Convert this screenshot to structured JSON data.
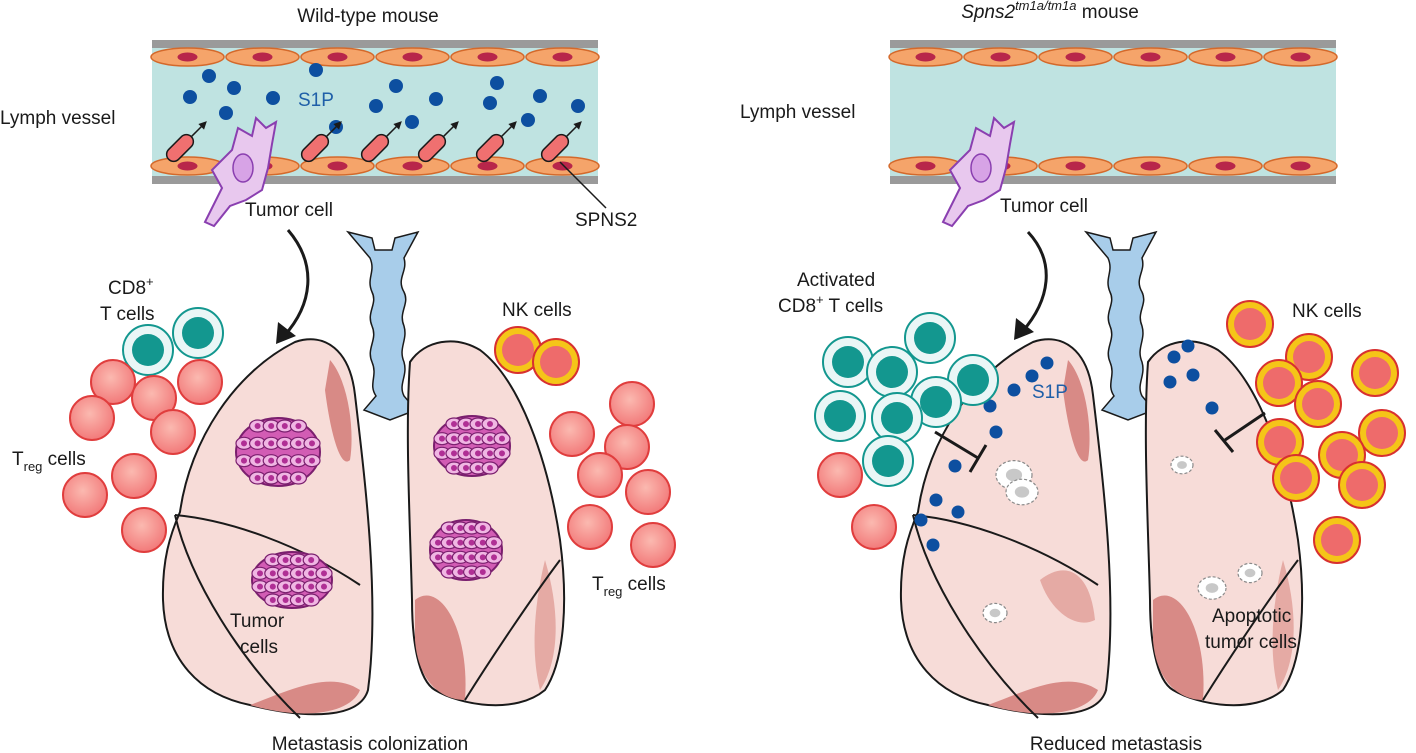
{
  "left_panel": {
    "title": "Wild-type mouse",
    "lymph_vessel_label": "Lymph vessel",
    "s1p_label": "S1P",
    "tumor_cell_label": "Tumor cell",
    "spns2_label": "SPNS2",
    "cd8_label_line1": "CD8",
    "cd8_sup": "+",
    "cd8_label_line2": "T cells",
    "nk_label": "NK cells",
    "treg_left_T": "T",
    "treg_left_sub": "reg",
    "treg_left_rest": " cells",
    "treg_right_T": "T",
    "treg_right_sub": "reg",
    "treg_right_rest": " cells",
    "tumor_cells_line1": "Tumor",
    "tumor_cells_line2": "cells",
    "caption": "Metastasis colonization"
  },
  "right_panel": {
    "title_italic": "Spns2",
    "title_sup": "tm1a/tm1a",
    "title_rest": " mouse",
    "lymph_vessel_label": "Lymph vessel",
    "tumor_cell_label": "Tumor cell",
    "activated_line1": "Activated",
    "activated_line2_a": "CD8",
    "activated_sup": "+",
    "activated_line2_b": " T cells",
    "nk_label": "NK cells",
    "s1p_label": "S1P",
    "apoptotic_line1": "Apoptotic",
    "apoptotic_line2": "tumor cells",
    "caption": "Reduced metastasis"
  },
  "colors": {
    "vessel_lumen": "#bfe3e1",
    "vessel_wall": "#9a9a9a",
    "endothelial": "#f5a46a",
    "nucleus": "#b8264a",
    "s1p_dot": "#0d4fa0",
    "transporter": "#f07070",
    "tumor_cell": "#b97fd8",
    "lung_fill": "#f7dcd8",
    "lung_shade": "#d88a86",
    "trachea": "#a8cdea",
    "cd8": "#13978f",
    "treg": "#f27a7a",
    "nk_outer": "#f5c518",
    "nk_inner": "#ee6b6b",
    "tumor_cluster": "#d25cb4"
  }
}
